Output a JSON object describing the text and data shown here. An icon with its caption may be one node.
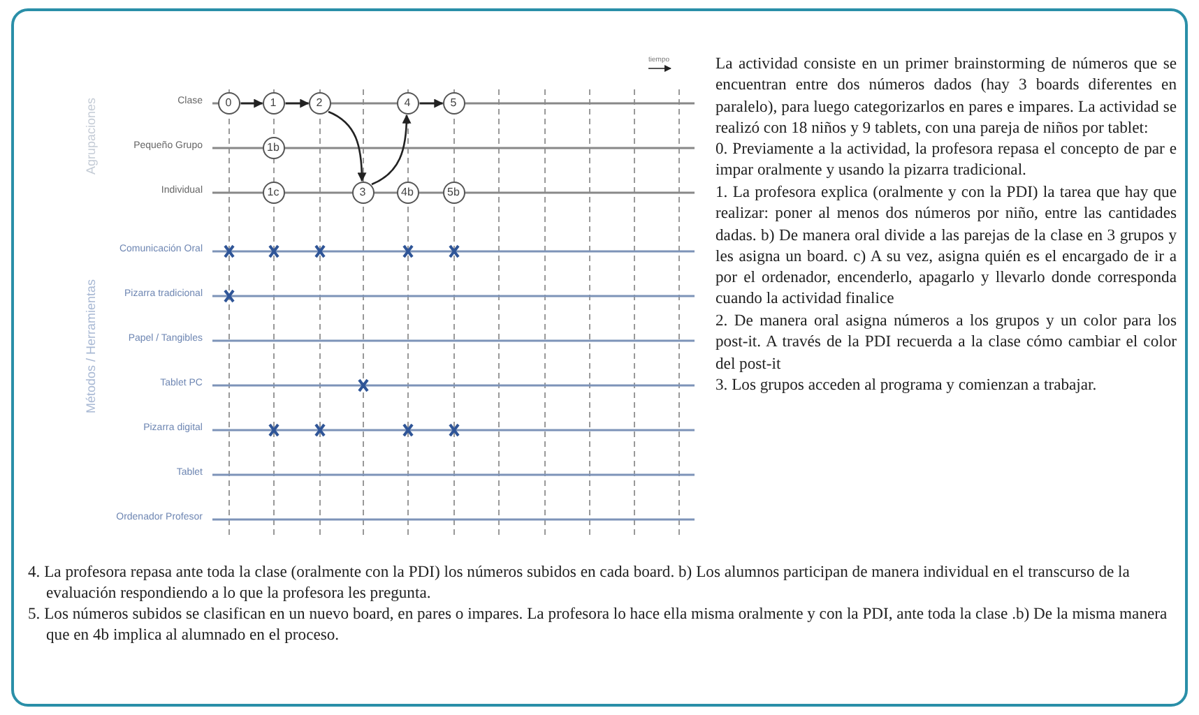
{
  "diagram": {
    "nodes": [
      {
        "text": [
          "0"
        ]
      },
      {
        "text": [
          "1"
        ]
      },
      {
        "text": [
          "2"
        ]
      },
      {
        "text": [
          "4"
        ]
      },
      {
        "text": [
          "5"
        ]
      },
      {
        "text": [
          "1b"
        ]
      },
      {
        "text": [
          "1c"
        ]
      },
      {
        "text": [
          "3"
        ]
      },
      {
        "text": [
          "4b"
        ]
      },
      {
        "text": [
          "5b"
        ]
      }
    ],
    "edges": [
      {
        "from": 0,
        "to": 1,
        "arrow": "to"
      },
      {
        "from": 1,
        "to": 2,
        "arrow": "to"
      },
      {
        "from": 2,
        "to": 7,
        "arrow": "to"
      },
      {
        "from": 7,
        "to": 3,
        "arrow": "to"
      },
      {
        "from": 3,
        "to": 4,
        "arrow": "to"
      }
    ],
    "labels": [
      "tiempo",
      "Agrupaciones",
      "Clase",
      "Pequeño Grupo",
      "Individual",
      "Métodos / Herramientas",
      "Comunicación Oral",
      "Pizarra tradicional",
      "Papel / Tangibles",
      "Tablet PC",
      "Pizarra digital",
      "Tablet",
      "Ordenador Profesor",
      "La actividad consiste en un primer brainstorming de números que se encuentran entre dos números dados (hay 3 boards diferentes en paralelo), para luego categorizarlos en pares e impares. La actividad se realizó con 18 niños y 9 tablets, con una pareja de niños por tablet:",
      "0. Previamente a la actividad, la profesora repasa el concepto de par e impar oralmente y usando la pizarra tradicional.",
      "1. La profesora explica (oralmente y con la PDI) la tarea que hay que realizar: poner al menos dos números por niño, entre las cantidades dadas. b) De manera oral divide a las parejas de la clase en 3 grupos y les asigna un board. c) A su vez, asigna quién es el encargado de ir a por el ordenador, encenderlo, apagarlo y llevarlo donde corresponda cuando la actividad finalice",
      "2. De manera oral asigna números a los grupos y un color para los post-it. A través de la PDI recuerda a la clase cómo cambiar el color del post-it",
      "3. Los grupos acceden al programa y comienzan a trabajar.",
      "4. La profesora repasa ante toda la clase (oralmente con la PDI) los números subidos en cada board. b) Los alumnos participan de manera individual en el transcurso de la evaluación respondiendo a lo que la profesora les pregunta.",
      "5. Los números subidos se clasifican en un nuevo board, en pares o impares. La profesora lo hace ella misma oralmente y con la PDI, ante toda la clase .b) De la misma manera que en 4b implica al alumnado en el proceso."
    ]
  }
}
